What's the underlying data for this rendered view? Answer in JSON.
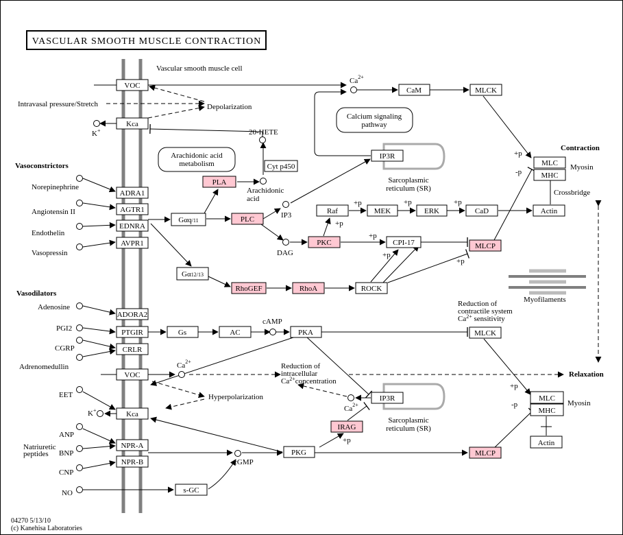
{
  "title": "VASCULAR SMOOTH MUSCLE CONTRACTION",
  "footer": {
    "id_date": "04270 5/13/10",
    "copyright": "(c) Kanehisa Laboratories"
  },
  "colors": {
    "highlight": "#FFC8D2",
    "membrane": "#808080",
    "box_border": "#000000",
    "myofilament": "#7F7F7F"
  },
  "nodes": {
    "voc": "VOC",
    "kca": "Kca",
    "adra1": "ADRA1",
    "agtr1": "AGTR1",
    "ednra": "EDNRA",
    "avpr1": "AVPR1",
    "gaq_main": "Gαq",
    "gaq_sub": "/11",
    "plc": "PLC",
    "pla": "PLA",
    "cyp450": "Cyt p450",
    "g1213_main": "Gα",
    "g1213_sub": "12/13",
    "pkc": "PKC",
    "rhogef": "RhoGEF",
    "rhoa": "RhoA",
    "rock": "ROCK",
    "cpi17": "CPI-17",
    "mlcp": "MLCP",
    "cam": "CaM",
    "mlck": "MLCK",
    "ip3r": "IP3R",
    "raf": "Raf",
    "mek": "MEK",
    "erk": "ERK",
    "cad": "CaD",
    "actin": "Actin",
    "mlc": "MLC",
    "mhc": "MHC",
    "adora2": "ADORA2",
    "ptgir": "PTGIR",
    "crlr": "CRLR",
    "gs": "Gs",
    "ac": "AC",
    "pka": "PKA",
    "voc2": "VOC",
    "kca2": "Kca",
    "npra": "NPR-A",
    "nprb": "NPR-B",
    "sgc": "s-GC",
    "pkg": "PKG",
    "irag": "IRAG",
    "ip3r2": "IP3R",
    "mlck2": "MLCK",
    "mlcp2": "MLCP",
    "mlc2": "MLC",
    "mhc2": "MHC",
    "actin2": "Actin"
  },
  "maps": {
    "calcium": "Calcium signaling pathway",
    "arachidonic": "Arachidonic acid metabolism"
  },
  "labels": {
    "cell": "Vascular smooth muscle cell",
    "stretch": "Intravasal pressure/Stretch",
    "depolarization": "Depolarization",
    "hete": "20-HETE",
    "arachidonic_acid": "Arachidonic acid",
    "ip3": "IP3",
    "dag": "DAG",
    "vasoconstrictors": "Vasoconstrictors",
    "norepinephrine": "Norepinephrine",
    "angiotensin": "Angiotensin II",
    "endothelin": "Endothelin",
    "vasopressin": "Vasopressin",
    "vasodilators": "Vasodilators",
    "adenosine": "Adenosine",
    "pgi2": "PGI2",
    "cgrp": "CGRP",
    "adrenomedullin": "Adrenomedullin",
    "eet": "EET",
    "anp": "ANP",
    "bnp": "BNP",
    "cnp": "CNP",
    "natriuretic": "Natriuretic peptides",
    "no": "NO",
    "k_plus": "K+",
    "ca2": "Ca2+",
    "camp": "cAMP",
    "cgmp": "cGMP",
    "sr": "Sarcoplasmic reticulum (SR)",
    "contraction": "Contraction",
    "relaxation": "Relaxation",
    "myosin": "Myosin",
    "crossbridge": "Crossbridge",
    "myofilaments": "Myofilaments",
    "reduction_ca_sens": "Reduction of contractile system Ca2+ sensitivity",
    "reduction_ca_conc": "Reduction of intracellular Ca2+ concentration",
    "hyperpolarization": "Hyperpolarization",
    "plus_p": "+p",
    "minus_p": "-p"
  }
}
